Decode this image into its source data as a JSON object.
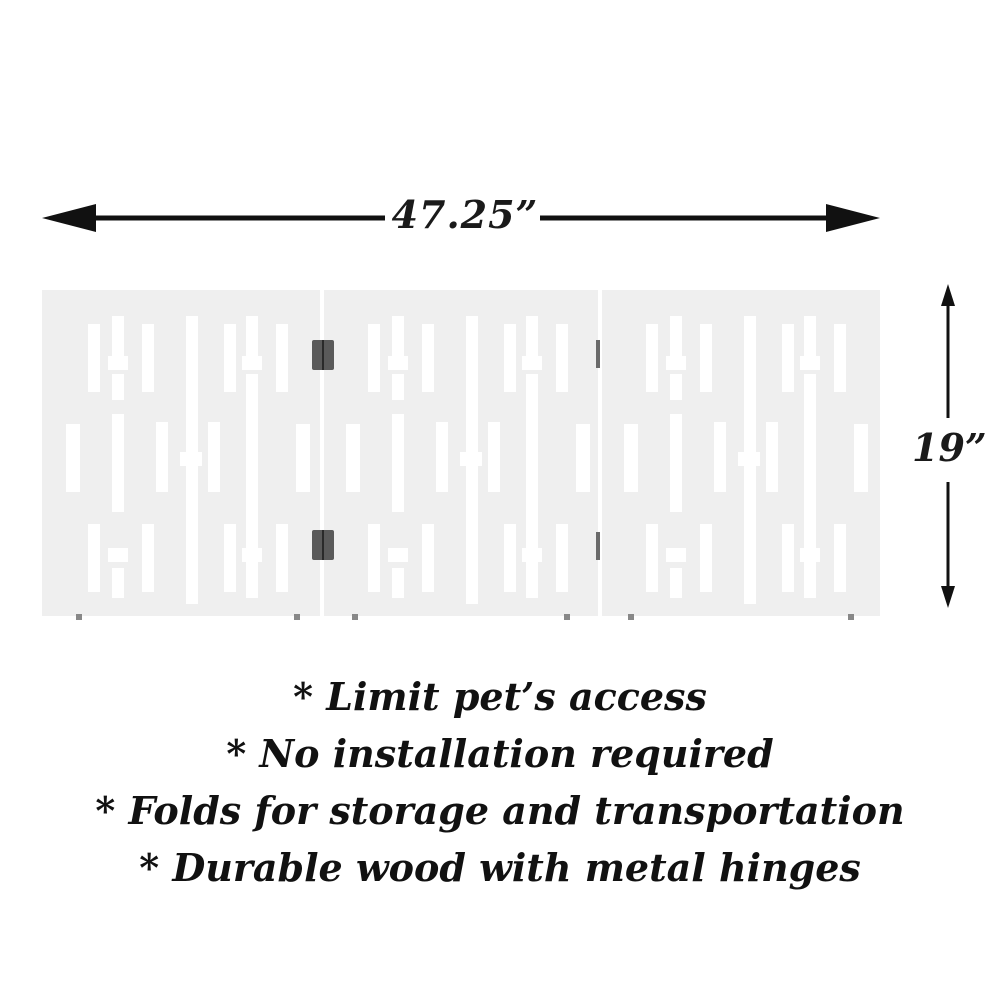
{
  "dimensions": {
    "width_label": "47.25”",
    "height_label": "19”"
  },
  "features": [
    "* Limit pet’s access",
    "* No installation required",
    "* Folds for storage and transportation",
    "* Durable wood with metal hinges"
  ],
  "colors": {
    "panel": "#f2f2f2",
    "cutout": "#ffffff",
    "arrow": "#111111",
    "hinge": "#555555"
  }
}
